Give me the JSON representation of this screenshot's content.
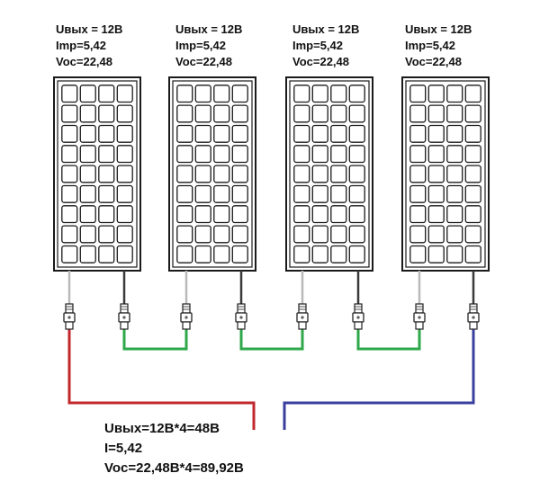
{
  "panels": [
    {
      "u": "Uвых = 12В",
      "imp": "Imp=5,42",
      "voc": "Voc=22,48"
    },
    {
      "u": "Uвых = 12В",
      "imp": "Imp=5,42",
      "voc": "Voc=22,48"
    },
    {
      "u": "Uвых = 12В",
      "imp": "Imp=5,42",
      "voc": "Voc=22,48"
    },
    {
      "u": "Uвых = 12В",
      "imp": "Imp=5,42",
      "voc": "Voc=22,48"
    }
  ],
  "summary": {
    "u": "Uвых=12В*4=48В",
    "i": "I=5,42",
    "voc": "Voc=22,48В*4=89,92В"
  },
  "colors": {
    "positive_wire": "#c0282d",
    "negative_wire": "#3a3f9e",
    "series_link": "#2ea84a",
    "panel_lead_light": "#b9b9b9",
    "panel_lead_dark": "#3a3a3a"
  },
  "icons": [
    "solar-panel-icon",
    "mc4-connector-icon"
  ]
}
